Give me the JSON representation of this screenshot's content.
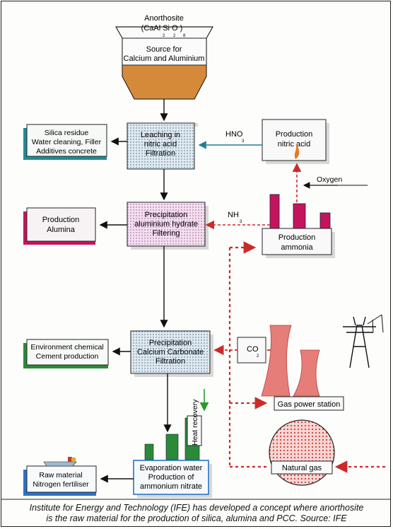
{
  "hopper": {
    "title": "Anorthosite",
    "formula": "(CaAl Si O )",
    "subscripts": [
      "2",
      "2",
      "8"
    ],
    "source_line1": "Source for",
    "source_line2": "Calcium and Aluminium"
  },
  "leaching": {
    "line1": "Leaching in",
    "line2": "nitric acid",
    "line3": "Filtration"
  },
  "silica": {
    "line1": "Silica residue",
    "line2": "Water cleaning, Filler",
    "line3": "Additives concrete"
  },
  "nitric": {
    "line1": "Production",
    "line2": "nitric acid"
  },
  "hno3": {
    "text": "HNO",
    "sub": "3"
  },
  "oxygen": "Oxygen",
  "alumina": {
    "line1": "Production",
    "line2": "Alumina"
  },
  "precip_al": {
    "line1": "Precipitation",
    "line2": "aluminium hydrate",
    "line3": "Filtering"
  },
  "nh3": {
    "text": "NH",
    "sub": "3"
  },
  "ammonia": {
    "line1": "Production",
    "line2": "ammonia"
  },
  "env": {
    "line1": "Environment chemical",
    "line2": "Cement production"
  },
  "precip_ca": {
    "line1": "Precipitation",
    "line2": "Calcium Carbonate",
    "line3": "Filtration"
  },
  "co2": {
    "text": "CO",
    "sub": "2"
  },
  "gas_power": "Gas power station",
  "heat": "Heat recovery",
  "raw": {
    "line1": "Raw material",
    "line2": "Nitrogen fertiliser"
  },
  "evap": {
    "line1": "Evaporation water",
    "line2": "Production of",
    "line3": "ammonium nitrate"
  },
  "natural_gas": "Natural gas",
  "caption": {
    "line1": "Institute for Energy and Technology (IFE) has developed a concept where anorthosite",
    "line2": "is the raw material for the production of silica, alumina and PCC. Source: IFE"
  },
  "colors": {
    "teal": "#1f8d8f",
    "pink": "#d6176b",
    "magenta": "#c4145e",
    "green": "#2a8a3a",
    "red_dash": "#cc2a2a",
    "blue_box": "#2a73c9",
    "salmon": "#e77d78",
    "orange": "#d88830"
  }
}
